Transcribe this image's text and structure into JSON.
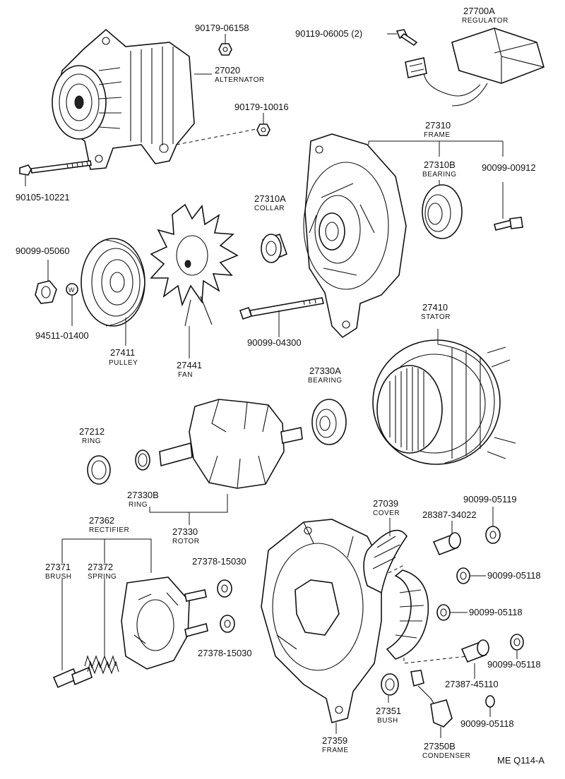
{
  "diagram": {
    "footer_code": "ME  Q114-A",
    "parts": [
      {
        "id": "alt",
        "number": "27020",
        "name": "ALTERNATOR"
      },
      {
        "id": "nut1",
        "number": "90179-06158",
        "name": ""
      },
      {
        "id": "nut2",
        "number": "90179-10016",
        "name": ""
      },
      {
        "id": "bolt1",
        "number": "90105-10221",
        "name": ""
      },
      {
        "id": "reg",
        "number": "27700A",
        "name": "REGULATOR"
      },
      {
        "id": "screw_reg",
        "number": "90119-06005 (2)",
        "name": ""
      },
      {
        "id": "frame",
        "number": "27310",
        "name": "FRAME"
      },
      {
        "id": "bearing_b",
        "number": "27310B",
        "name": "BEARING"
      },
      {
        "id": "screw1",
        "number": "90099-00912",
        "name": ""
      },
      {
        "id": "collar",
        "number": "27310A",
        "name": "COLLAR"
      },
      {
        "id": "nut3",
        "number": "90099-05060",
        "name": ""
      },
      {
        "id": "washer",
        "number": "94511-01400",
        "name": ""
      },
      {
        "id": "pulley",
        "number": "27411",
        "name": "PULLEY"
      },
      {
        "id": "fan",
        "number": "27441",
        "name": "FAN"
      },
      {
        "id": "bolt2",
        "number": "90099-04300",
        "name": ""
      },
      {
        "id": "stator",
        "number": "27410",
        "name": "STATOR"
      },
      {
        "id": "bearing_a",
        "number": "27330A",
        "name": "BEARING"
      },
      {
        "id": "ring1",
        "number": "27212",
        "name": "RING"
      },
      {
        "id": "ring2",
        "number": "27330B",
        "name": "RING"
      },
      {
        "id": "rotor",
        "number": "27330",
        "name": "ROTOR"
      },
      {
        "id": "cover",
        "number": "27039",
        "name": "COVER"
      },
      {
        "id": "ins1",
        "number": "28387-34022",
        "name": ""
      },
      {
        "id": "nut4",
        "number": "90099-05119",
        "name": ""
      },
      {
        "id": "rect",
        "number": "27362",
        "name": "RECTIFIER"
      },
      {
        "id": "brush",
        "number": "27371",
        "name": "BRUSH"
      },
      {
        "id": "spring",
        "number": "27372",
        "name": "SPRING"
      },
      {
        "id": "ins2",
        "number": "27378-15030",
        "name": ""
      },
      {
        "id": "ins3",
        "number": "27378-15030",
        "name": ""
      },
      {
        "id": "nut5",
        "number": "90099-05118",
        "name": ""
      },
      {
        "id": "nut6",
        "number": "90099-05118",
        "name": ""
      },
      {
        "id": "nut7",
        "number": "90099-05118",
        "name": ""
      },
      {
        "id": "ins4",
        "number": "27387-45110",
        "name": ""
      },
      {
        "id": "nut8",
        "number": "90099-05118",
        "name": ""
      },
      {
        "id": "bush",
        "number": "27351",
        "name": "BUSH"
      },
      {
        "id": "frame2",
        "number": "27359",
        "name": "FRAME"
      },
      {
        "id": "cond",
        "number": "27350B",
        "name": "CONDENSER"
      }
    ]
  }
}
